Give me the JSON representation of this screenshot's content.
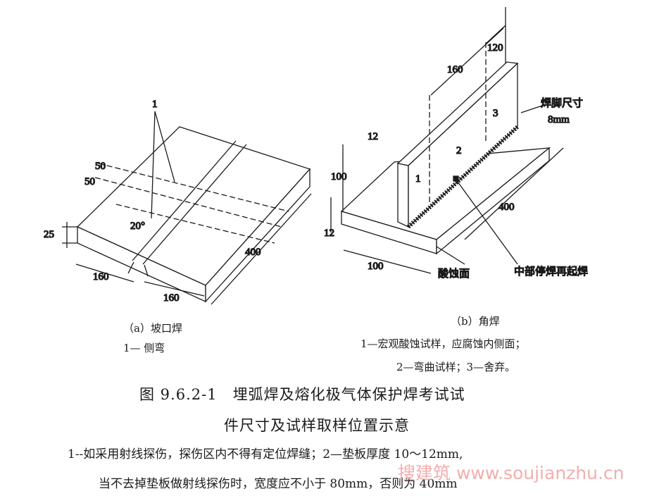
{
  "figure_a": {
    "label_1": "1",
    "dim_50a": "50",
    "dim_50b": "50",
    "dim_25": "25",
    "angle": "20°",
    "dim_400": "400",
    "dim_160a": "160",
    "dim_160b": "160",
    "caption": "（a）坡口焊",
    "legend": "1— 侧弯"
  },
  "figure_b": {
    "dim_120": "120",
    "dim_160": "160",
    "weld_leg_label": "焊脚尺寸",
    "weld_leg_value": "8mm",
    "dim_12a": "12",
    "dim_100a": "100",
    "dim_12b": "12",
    "dim_400": "400",
    "dim_100b": "100",
    "zone_1": "1",
    "zone_2": "2",
    "zone_3": "3",
    "etch_face": "酸蚀面",
    "restart": "中部停焊再起焊",
    "caption": "（b）角焊",
    "legend_1": "1—宏观酸蚀试样，应腐蚀内侧面；",
    "legend_2": "2—弯曲试样；3—舍弃。"
  },
  "title_line1": "图 9.6.2-1　埋弧焊及熔化极气体保护焊考试试",
  "title_line2": "件尺寸及试样取样位置示意",
  "note_line1": "1--如采用射线探伤，探伤区内不得有定位焊缝；2—垫板厚度 10～12mm,",
  "note_line2": "当不去掉垫板做射线探伤时，宽度应不小于 80mm，否则为 40mm",
  "watermark": "搜建筑 www.soujianzhu.cn"
}
